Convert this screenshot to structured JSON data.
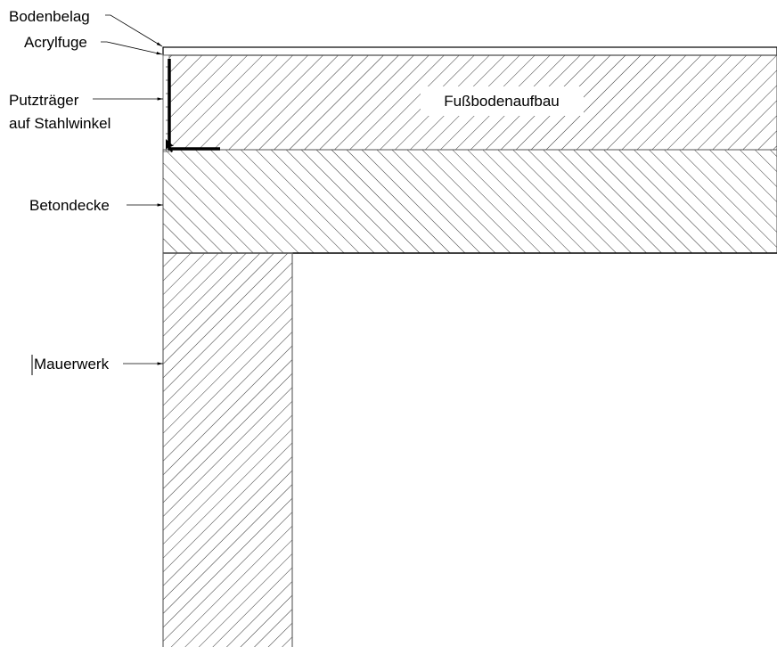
{
  "labels": {
    "bodenbelag": "Bodenbelag",
    "acrylfuge": "Acrylfuge",
    "putztraeger_line1": "Putzträger",
    "putztraeger_line2": "auf Stahlwinkel",
    "betondecke": "Betondecke",
    "mauerwerk": "Mauerwerk",
    "fussbodenaufbau": "Fußbodenaufbau"
  },
  "colors": {
    "line": "#000000",
    "hatch": "#333333",
    "background": "#ffffff"
  }
}
